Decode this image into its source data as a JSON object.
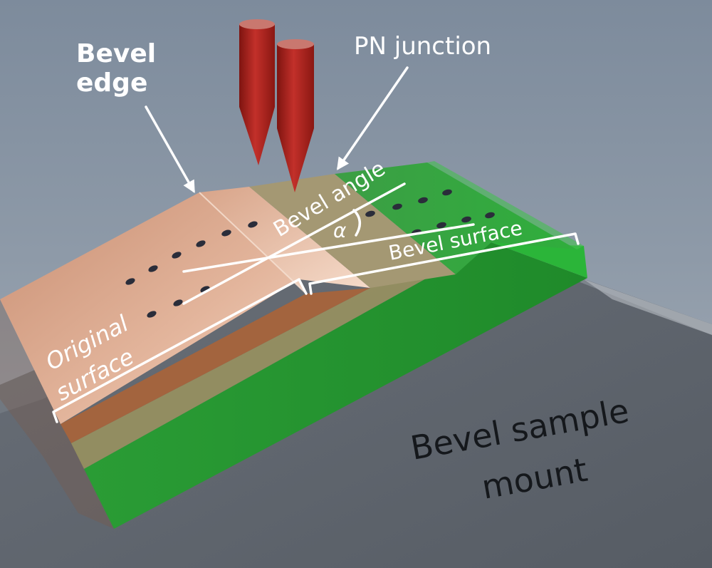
{
  "labels": {
    "bevel_edge_line1": "Bevel",
    "bevel_edge_line2": "edge",
    "pn_junction": "PN junction",
    "bevel_angle": "Bevel angle",
    "alpha_symbol": "α",
    "bevel_surface": "Bevel surface",
    "original_surface_line1": "Original",
    "original_surface_line2": "surface",
    "mount_line1": "Bevel sample",
    "mount_line2": "mount"
  },
  "colors": {
    "background": "#8a97a6",
    "mount_top": "#5d646d",
    "p_region": "#d9a488",
    "n_region": "#27a534",
    "probe": "#b6241e",
    "annotation": "#ffffff"
  }
}
